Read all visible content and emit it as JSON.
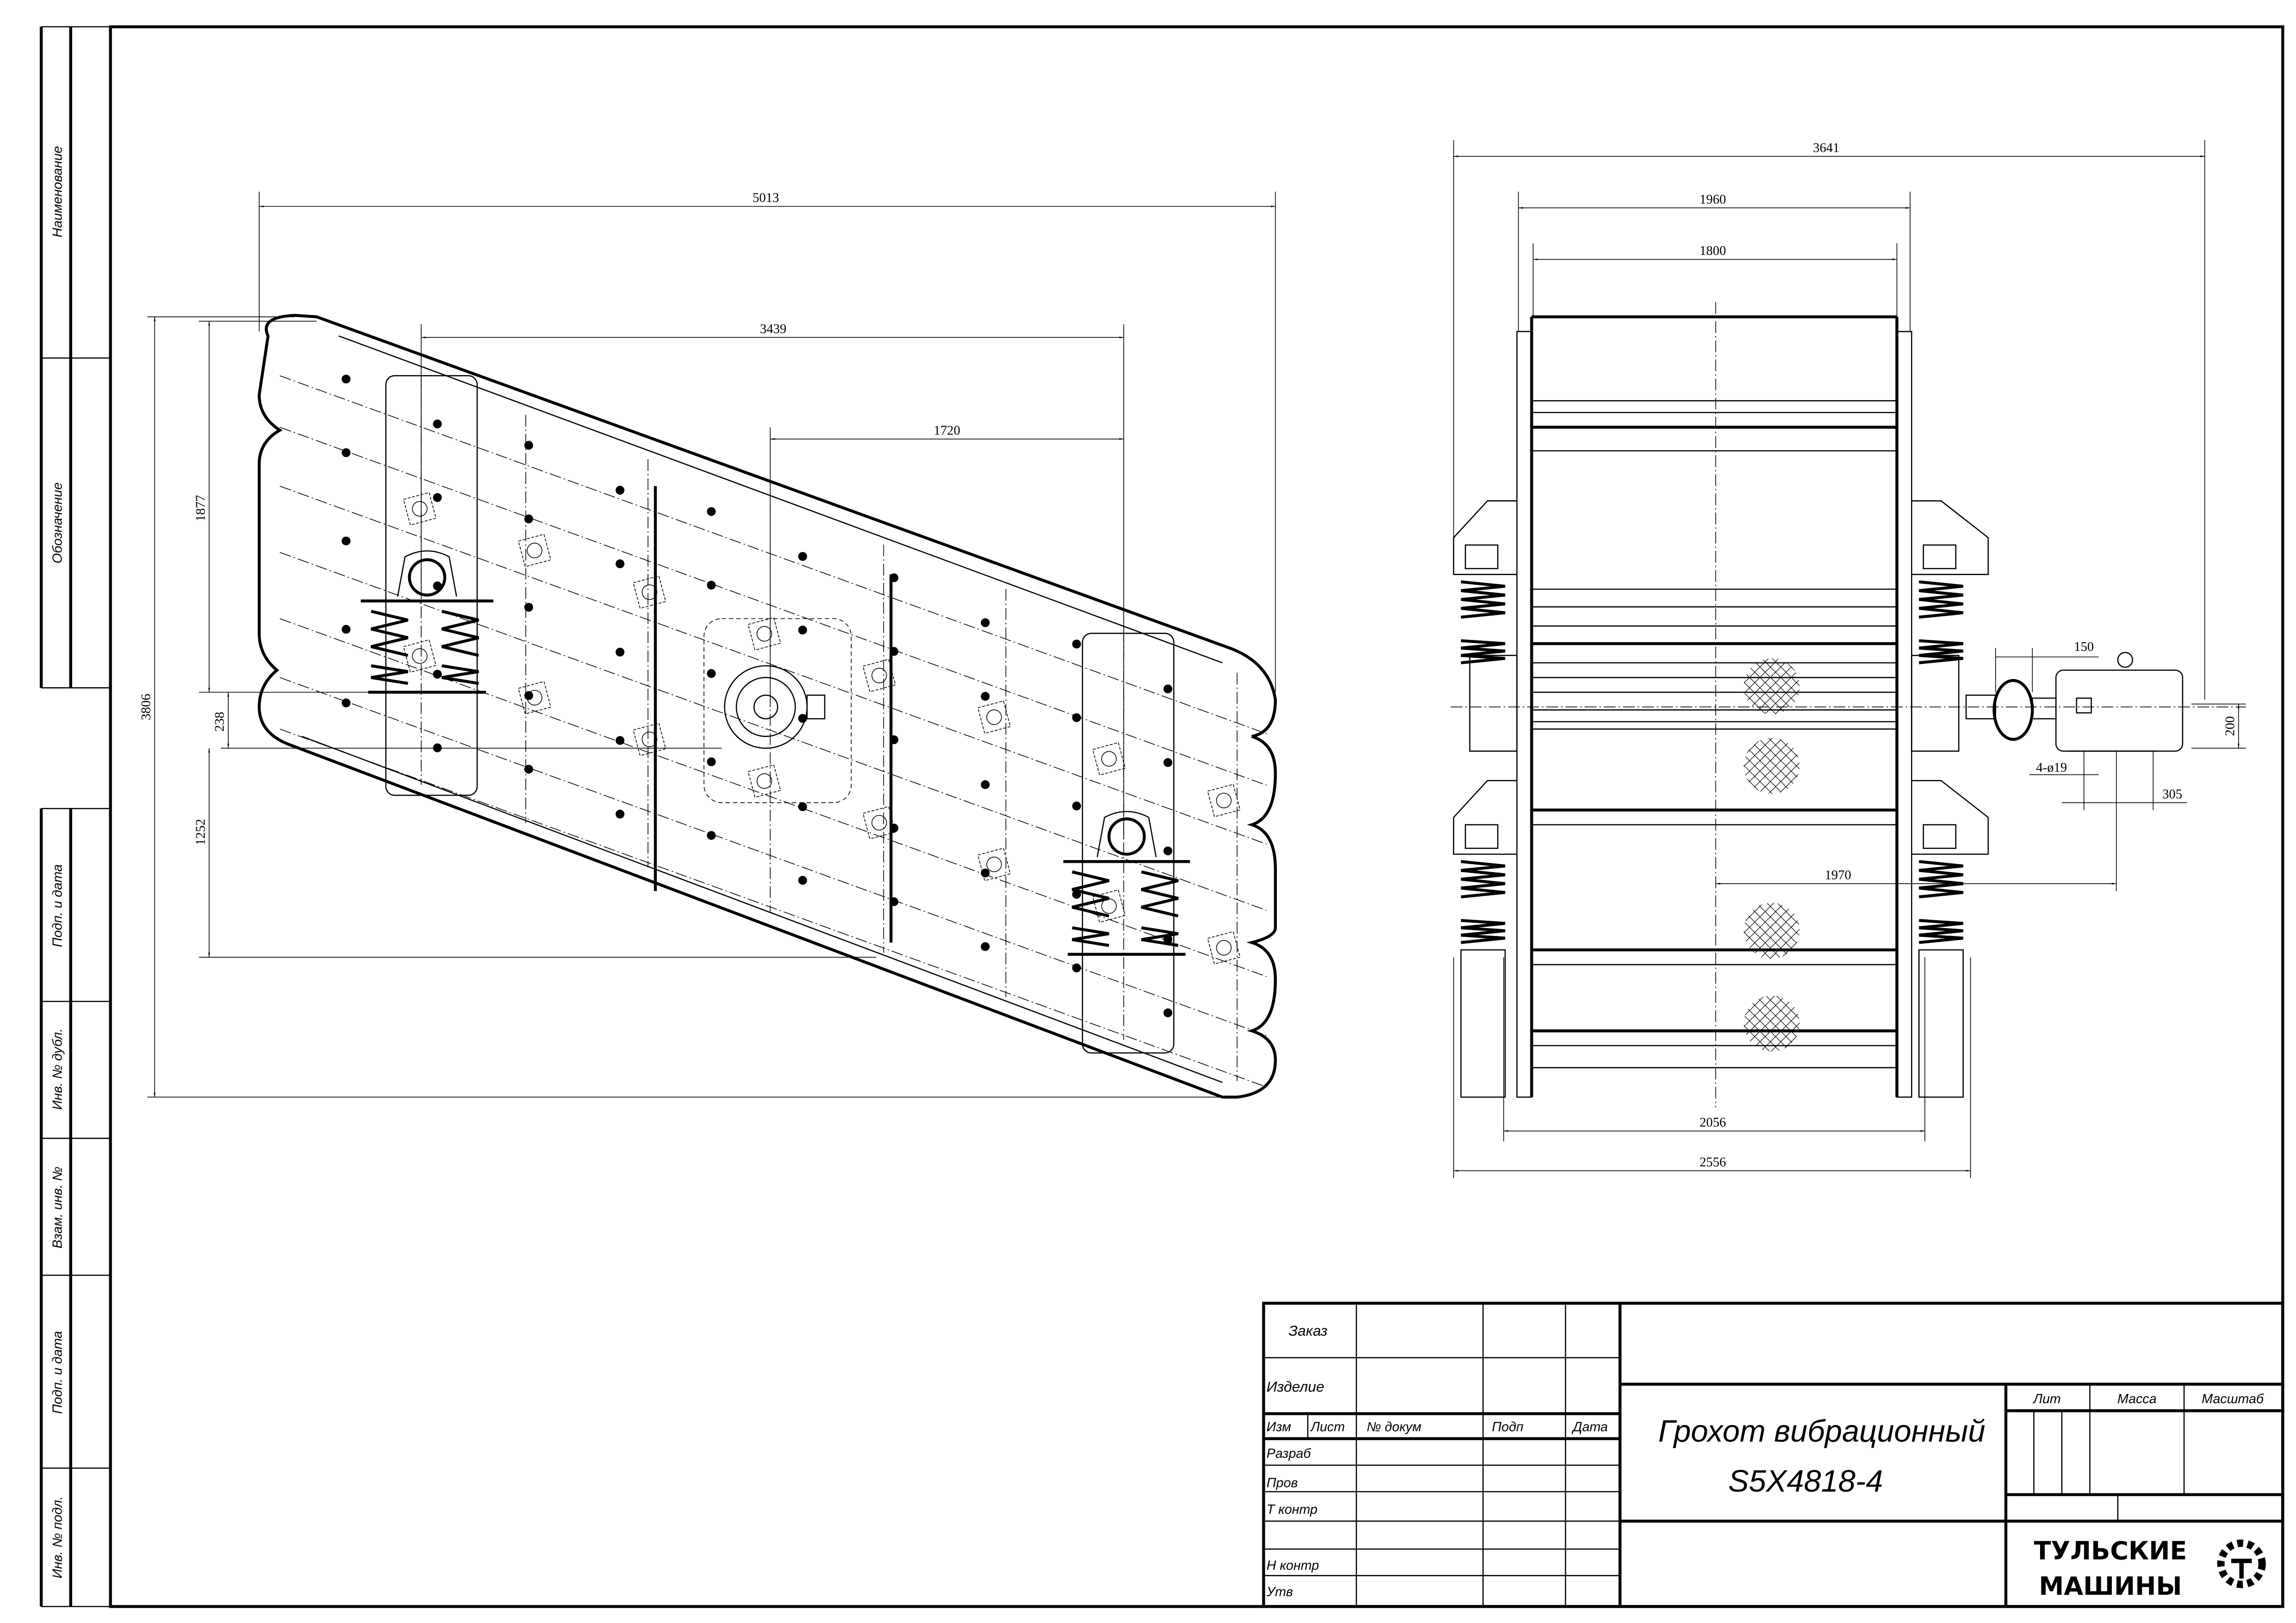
{
  "side_strip": {
    "naimenovanie": "Наименование",
    "oboznachenie": "Обозначение",
    "podp_data_1": "Подп. и дата",
    "inv_dubl": "Инв. № дубл.",
    "vzam_inv": "Взам. инв. №",
    "podp_data_2": "Подп. и дата",
    "inv_podl": "Инв. № подл."
  },
  "side_view_dims": {
    "overall_length": "5013",
    "spring_spacing": "3439",
    "exciter_offset": "1720",
    "overall_height": "3806",
    "upper_height": "1877",
    "small_offset": "238",
    "lower_height": "1252"
  },
  "end_view_dims": {
    "overall_width": "3641",
    "frame_width": "1960",
    "screen_width": "1800",
    "coupling_len": "150",
    "motor_height": "200",
    "mount_holes": "4-ø19",
    "foot_spacing": "305",
    "motor_offset": "1970",
    "support_inner": "2056",
    "support_outer": "2556"
  },
  "title_block": {
    "zakaz": "Заказ",
    "izdelie": "Изделие",
    "izm": "Изм",
    "list": "Лист",
    "n_dokum": "№ докум",
    "podp": "Подп",
    "data": "Дата",
    "razrab": "Разраб",
    "prov": "Пров",
    "t_kontr": "Т контр",
    "n_kontr": "Н контр",
    "utv": "Утв",
    "title_line1": "Грохот вибрационный",
    "title_line2": "S5X4818-4",
    "lit": "Лит",
    "massa": "Масса",
    "masshtab": "Масштаб",
    "logo_line1": "ТУЛЬСКИЕ",
    "logo_line2": "МАШИНЫ"
  }
}
